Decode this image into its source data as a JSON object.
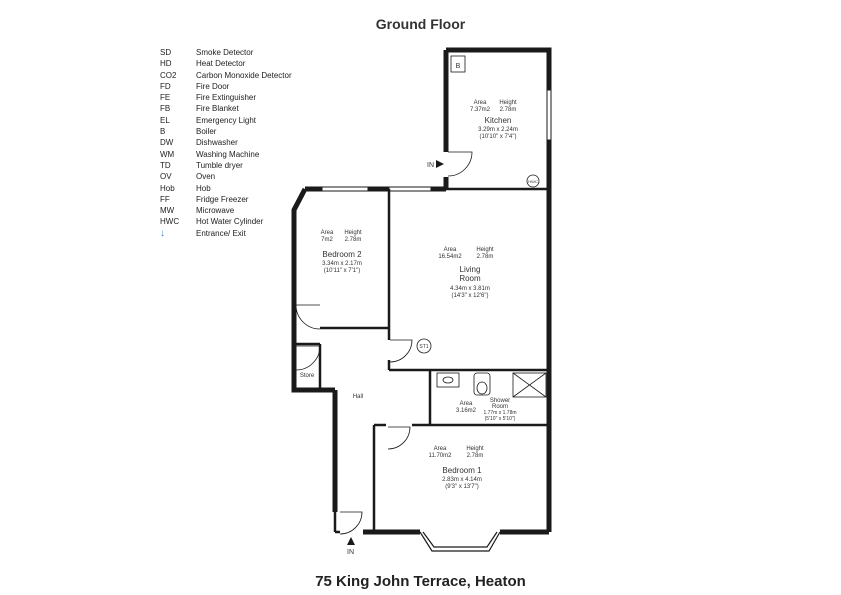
{
  "title": "Ground Floor",
  "footer": "75 King John Terrace, Heaton",
  "legend": [
    {
      "code": "SD",
      "label": "Smoke Detector"
    },
    {
      "code": "HD",
      "label": "Heat Detector"
    },
    {
      "code": "CO2",
      "label": "Carbon Monoxide Detector"
    },
    {
      "code": "FD",
      "label": "Fire Door"
    },
    {
      "code": "FE",
      "label": "Fire Extinguisher"
    },
    {
      "code": "FB",
      "label": "Fire Blanket"
    },
    {
      "code": "EL",
      "label": "Emergency Light"
    },
    {
      "code": "B",
      "label": "Boiler"
    },
    {
      "code": "DW",
      "label": "Dishwasher"
    },
    {
      "code": "WM",
      "label": "Washing Machine"
    },
    {
      "code": "TD",
      "label": "Tumble dryer"
    },
    {
      "code": "OV",
      "label": "Oven"
    },
    {
      "code": "Hob",
      "label": "Hob"
    },
    {
      "code": "FF",
      "label": "Fridge Freezer"
    },
    {
      "code": "MW",
      "label": "Microwave"
    },
    {
      "code": "HWC",
      "label": "Hot Water Cylinder"
    },
    {
      "code": "↓",
      "label": "Entrance/ Exit"
    }
  ],
  "rooms": {
    "kitchen": {
      "area_label": "Area",
      "height_label": "Height",
      "area": "7.37m2",
      "height": "2.78m",
      "name": "Kitchen",
      "dims": "3.29m x 2.24m",
      "dims_imperial": "(10'10\" x 7'4\")"
    },
    "living": {
      "area_label": "Area",
      "height_label": "Height",
      "area": "16.54m2",
      "height": "2.78m",
      "name_line1": "Living",
      "name_line2": "Room",
      "dims": "4.34m x 3.81m",
      "dims_imperial": "(14'3\" x 12'6\")"
    },
    "bedroom2": {
      "area_label": "Area",
      "height_label": "Height",
      "area": "7m2",
      "height": "2.78m",
      "name": "Bedroom 2",
      "dims": "3.34m x 2.17m",
      "dims_imperial": "(10'11\" x 7'1\")"
    },
    "shower": {
      "area_label": "Area",
      "area": "3.16m2",
      "name_line1": "Shower",
      "name_line2": "Room",
      "dims": "1.77m x 1.78m",
      "dims_imperial": "(5'10\" x 5'10\")"
    },
    "bedroom1": {
      "area_label": "Area",
      "height_label": "Height",
      "area": "11.70m2",
      "height": "2.78m",
      "name": "Bedroom 1",
      "dims": "2.83m x 4.14m",
      "dims_imperial": "(9'3\" x 13'7\")"
    },
    "hall": {
      "name": "Hall"
    },
    "store": {
      "name": "Store"
    }
  },
  "markers": {
    "boiler": "B",
    "entrance_top": "IN",
    "entrance_bottom": "IN",
    "hwc": "HWC",
    "fixture_living": "ST1"
  }
}
